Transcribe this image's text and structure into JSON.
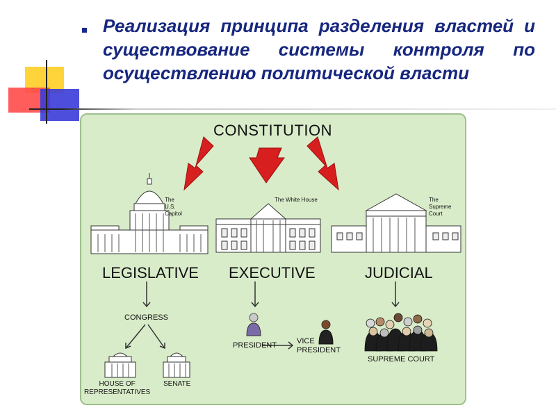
{
  "slide": {
    "heading": "Реализация принципа разделения властей и существование системы контроля по осуществлению политической власти"
  },
  "diagram": {
    "constitution": "CONSTITUTION",
    "buildings": {
      "capitol": "The\nU.S.\nCapitol",
      "white_house": "The White House",
      "supreme_court": "The\nSupreme\nCourt"
    },
    "branches": {
      "legislative": "LEGISLATIVE",
      "executive": "EXECUTIVE",
      "judicial": "JUDICIAL"
    },
    "legislative": {
      "congress": "CONGRESS",
      "house": "HOUSE OF\nREPRESENTATIVES",
      "senate": "SENATE"
    },
    "executive": {
      "president": "PRESIDENT",
      "vice_president": "VICE\nPRESIDENT"
    },
    "judicial": {
      "supreme_court": "SUPREME COURT"
    }
  },
  "colors": {
    "heading": "#17277f",
    "panel_bg": "#d9ecc9",
    "arrow_red": "#d81f1f"
  }
}
